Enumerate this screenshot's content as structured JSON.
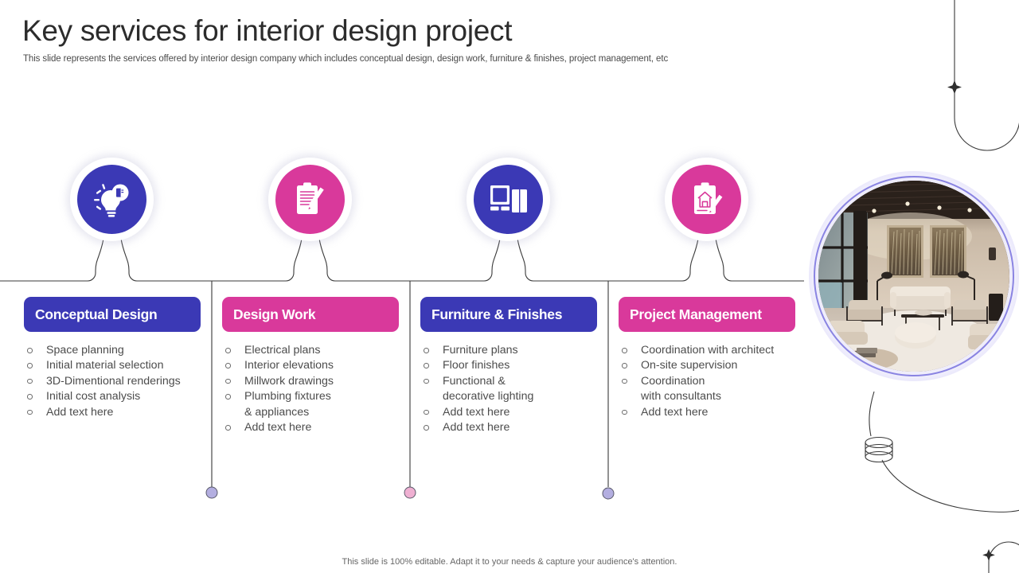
{
  "slide": {
    "title": "Key services for interior design project",
    "subtitle": "This slide represents the services offered by interior design company which includes conceptual design, design work, furniture & finishes, project management, etc",
    "footer_note": "This slide is 100% editable. Adapt it to your needs & capture your audience's attention."
  },
  "colors": {
    "blue": "#3b39b5",
    "pink": "#d9399b",
    "dot_purple": "#b3aee0",
    "dot_pink": "#efb0d2",
    "text": "#4c4c4c",
    "title": "#2c2c2c",
    "photo_ring": "#8a84e2"
  },
  "cards": [
    {
      "title": "Conceptual Design",
      "accent": "blue",
      "icon": "lightbulb-idea-icon",
      "items": [
        "Space planning",
        "Initial  material selection",
        "3D-Dimentional renderings",
        "Initial  cost analysis",
        "Add text here"
      ]
    },
    {
      "title": "Design Work",
      "accent": "pink",
      "icon": "clipboard-pen-icon",
      "items": [
        "Electrical plans",
        "Interior  elevations",
        "Millwork  drawings",
        "Plumbing fixtures\n& appliances",
        "Add text here"
      ]
    },
    {
      "title": "Furniture & Finishes",
      "accent": "blue",
      "icon": "furniture-cabinet-icon",
      "items": [
        "Furniture  plans",
        "Floor finishes",
        "Functional &\ndecorative lighting",
        "Add text here",
        "Add text here"
      ]
    },
    {
      "title": "Project Management",
      "accent": "pink",
      "icon": "clipboard-house-pencil-icon",
      "items": [
        "Coordination with architect",
        "On-site  supervision",
        "Coordination\nwith  consultants",
        "Add text here"
      ]
    }
  ],
  "photo": {
    "name": "interior-lounge-photo",
    "description": "Modern interior lounge with sofa, armchairs, ottoman and two framed wall artworks"
  },
  "connector_dots": [
    {
      "name": "connector-dot-1",
      "color": "#b3aee0"
    },
    {
      "name": "connector-dot-2",
      "color": "#efb0d2"
    },
    {
      "name": "connector-dot-3",
      "color": "#b3aee0"
    }
  ]
}
